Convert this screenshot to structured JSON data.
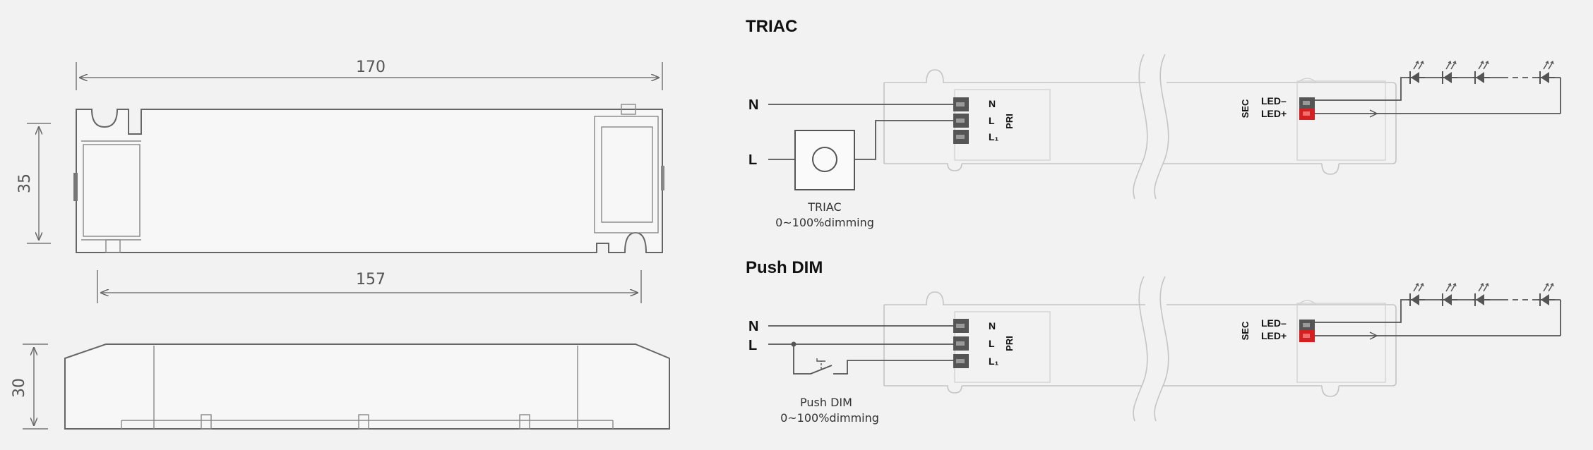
{
  "dimensions": {
    "length_top": "170",
    "height_side": "35",
    "length_inner": "157",
    "height_profile": "30"
  },
  "triac": {
    "title": "TRIAC",
    "input_n": "N",
    "input_l": "L",
    "terminal_n": "N",
    "terminal_l": "L",
    "terminal_l1": "L₁",
    "pri": "PRI",
    "sec": "SEC",
    "led_minus": "LED–",
    "led_plus": "LED+",
    "dimmer_label": "TRIAC",
    "dimmer_range": "0~100%dimming"
  },
  "push": {
    "title": "Push DIM",
    "input_n": "N",
    "input_l": "L",
    "terminal_n": "N",
    "terminal_l": "L",
    "terminal_l1": "L₁",
    "pri": "PRI",
    "sec": "SEC",
    "led_minus": "LED–",
    "led_plus": "LED+",
    "dimmer_label": "Push DIM",
    "dimmer_range": "0~100%dimming"
  },
  "colors": {
    "terminal_dark": "#555555",
    "terminal_red": "#d42020",
    "line": "#555555",
    "outline": "#bbbbbb"
  }
}
